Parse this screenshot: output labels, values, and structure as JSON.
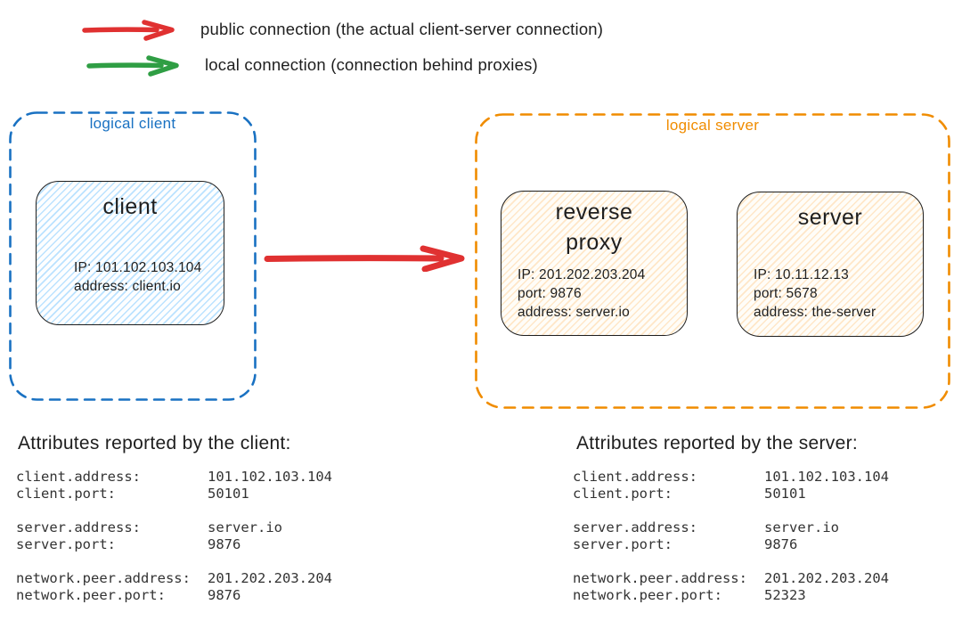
{
  "colors": {
    "public_connection": "#e03131",
    "local_connection": "#2f9e44",
    "logical_client_border": "#1971c2",
    "logical_server_border": "#f08c00",
    "ink": "#1e1e1e",
    "client_node_hatch": "#a5d8ff",
    "server_node_hatch": "#ffd8a8"
  },
  "legend": {
    "public": {
      "label": "public connection (the actual client-server connection)"
    },
    "local": {
      "label": "local connection (connection behind proxies)"
    }
  },
  "diagram": {
    "logical_client": {
      "label": "logical client",
      "client_node": {
        "title": "client",
        "info": [
          "IP: 101.102.103.104",
          "address: client.io"
        ]
      }
    },
    "logical_server": {
      "label": "logical server",
      "proxy_node": {
        "title": "reverse proxy",
        "info": [
          "IP: 201.202.203.204",
          "port: 9876",
          "address: server.io"
        ]
      },
      "server_node": {
        "title": "server",
        "info": [
          "IP: 10.11.12.13",
          "port: 5678",
          "address: the-server"
        ]
      }
    }
  },
  "client_attributes": {
    "heading": "Attributes reported by the client:",
    "groups": [
      {
        "rows": [
          {
            "key": "client.address:",
            "value": "101.102.103.104"
          },
          {
            "key": "client.port:",
            "value": "50101"
          }
        ]
      },
      {
        "rows": [
          {
            "key": "server.address:",
            "value": "server.io"
          },
          {
            "key": "server.port:",
            "value": "9876"
          }
        ]
      },
      {
        "rows": [
          {
            "key": "network.peer.address:",
            "value": "201.202.203.204"
          },
          {
            "key": "network.peer.port:",
            "value": "9876"
          }
        ]
      }
    ]
  },
  "server_attributes": {
    "heading": "Attributes reported by the server:",
    "groups": [
      {
        "rows": [
          {
            "key": "client.address:",
            "value": "101.102.103.104"
          },
          {
            "key": "client.port:",
            "value": "50101"
          }
        ]
      },
      {
        "rows": [
          {
            "key": "server.address:",
            "value": "server.io"
          },
          {
            "key": "server.port:",
            "value": "9876"
          }
        ]
      },
      {
        "rows": [
          {
            "key": "network.peer.address:",
            "value": "201.202.203.204"
          },
          {
            "key": "network.peer.port:",
            "value": "52323"
          }
        ]
      }
    ]
  }
}
